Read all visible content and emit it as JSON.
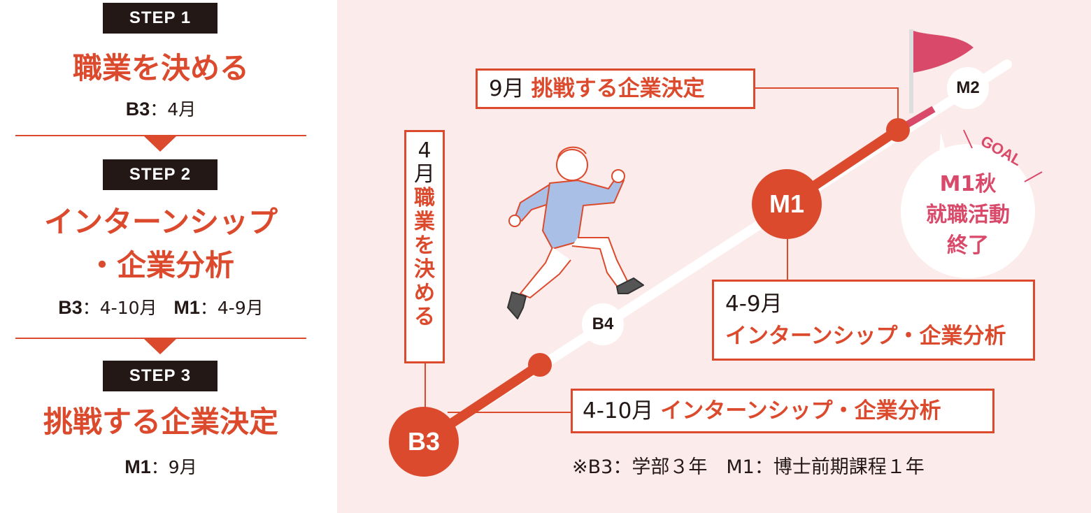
{
  "steps": [
    {
      "badge": "STEP 1",
      "title": "職業を決める",
      "period": [
        {
          "label": "B3",
          "value": "：4月"
        }
      ]
    },
    {
      "badge": "STEP 2",
      "title_line1": "インターンシップ",
      "title_line2": "・企業分析",
      "period": [
        {
          "label": "B3",
          "value": "：4-10月"
        },
        {
          "label": "M1",
          "value": "：4-9月"
        }
      ]
    },
    {
      "badge": "STEP 3",
      "title": "挑戦する企業決定",
      "period": [
        {
          "label": "M1",
          "value": "：9月"
        }
      ]
    }
  ],
  "timeline": {
    "nodes": {
      "b3": "B3",
      "b4": "B4",
      "m1": "M1",
      "m2": "M2"
    },
    "callouts": {
      "april": {
        "month_1": "4",
        "month_2": "月",
        "text_chars": [
          "職",
          "業",
          "を",
          "決",
          "め",
          "る"
        ]
      },
      "oct": {
        "month": "4-10月",
        "text": "インターンシップ・企業分析"
      },
      "sep_range": {
        "month": "4-9月",
        "text": "インターンシップ・企業分析"
      },
      "sep": {
        "month": "9月",
        "text": "挑戦する企業決定"
      }
    },
    "goal": {
      "label": "GOAL",
      "line1": "M1秋",
      "line2": "就職活動",
      "line3": "終了"
    },
    "note": "※B3：学部３年　M1：博士前期課程１年"
  },
  "colors": {
    "accent": "#dc4a2d",
    "goal_pink": "#d94a6a",
    "panel_bg": "#fbeceb",
    "badge_bg": "#231815"
  }
}
